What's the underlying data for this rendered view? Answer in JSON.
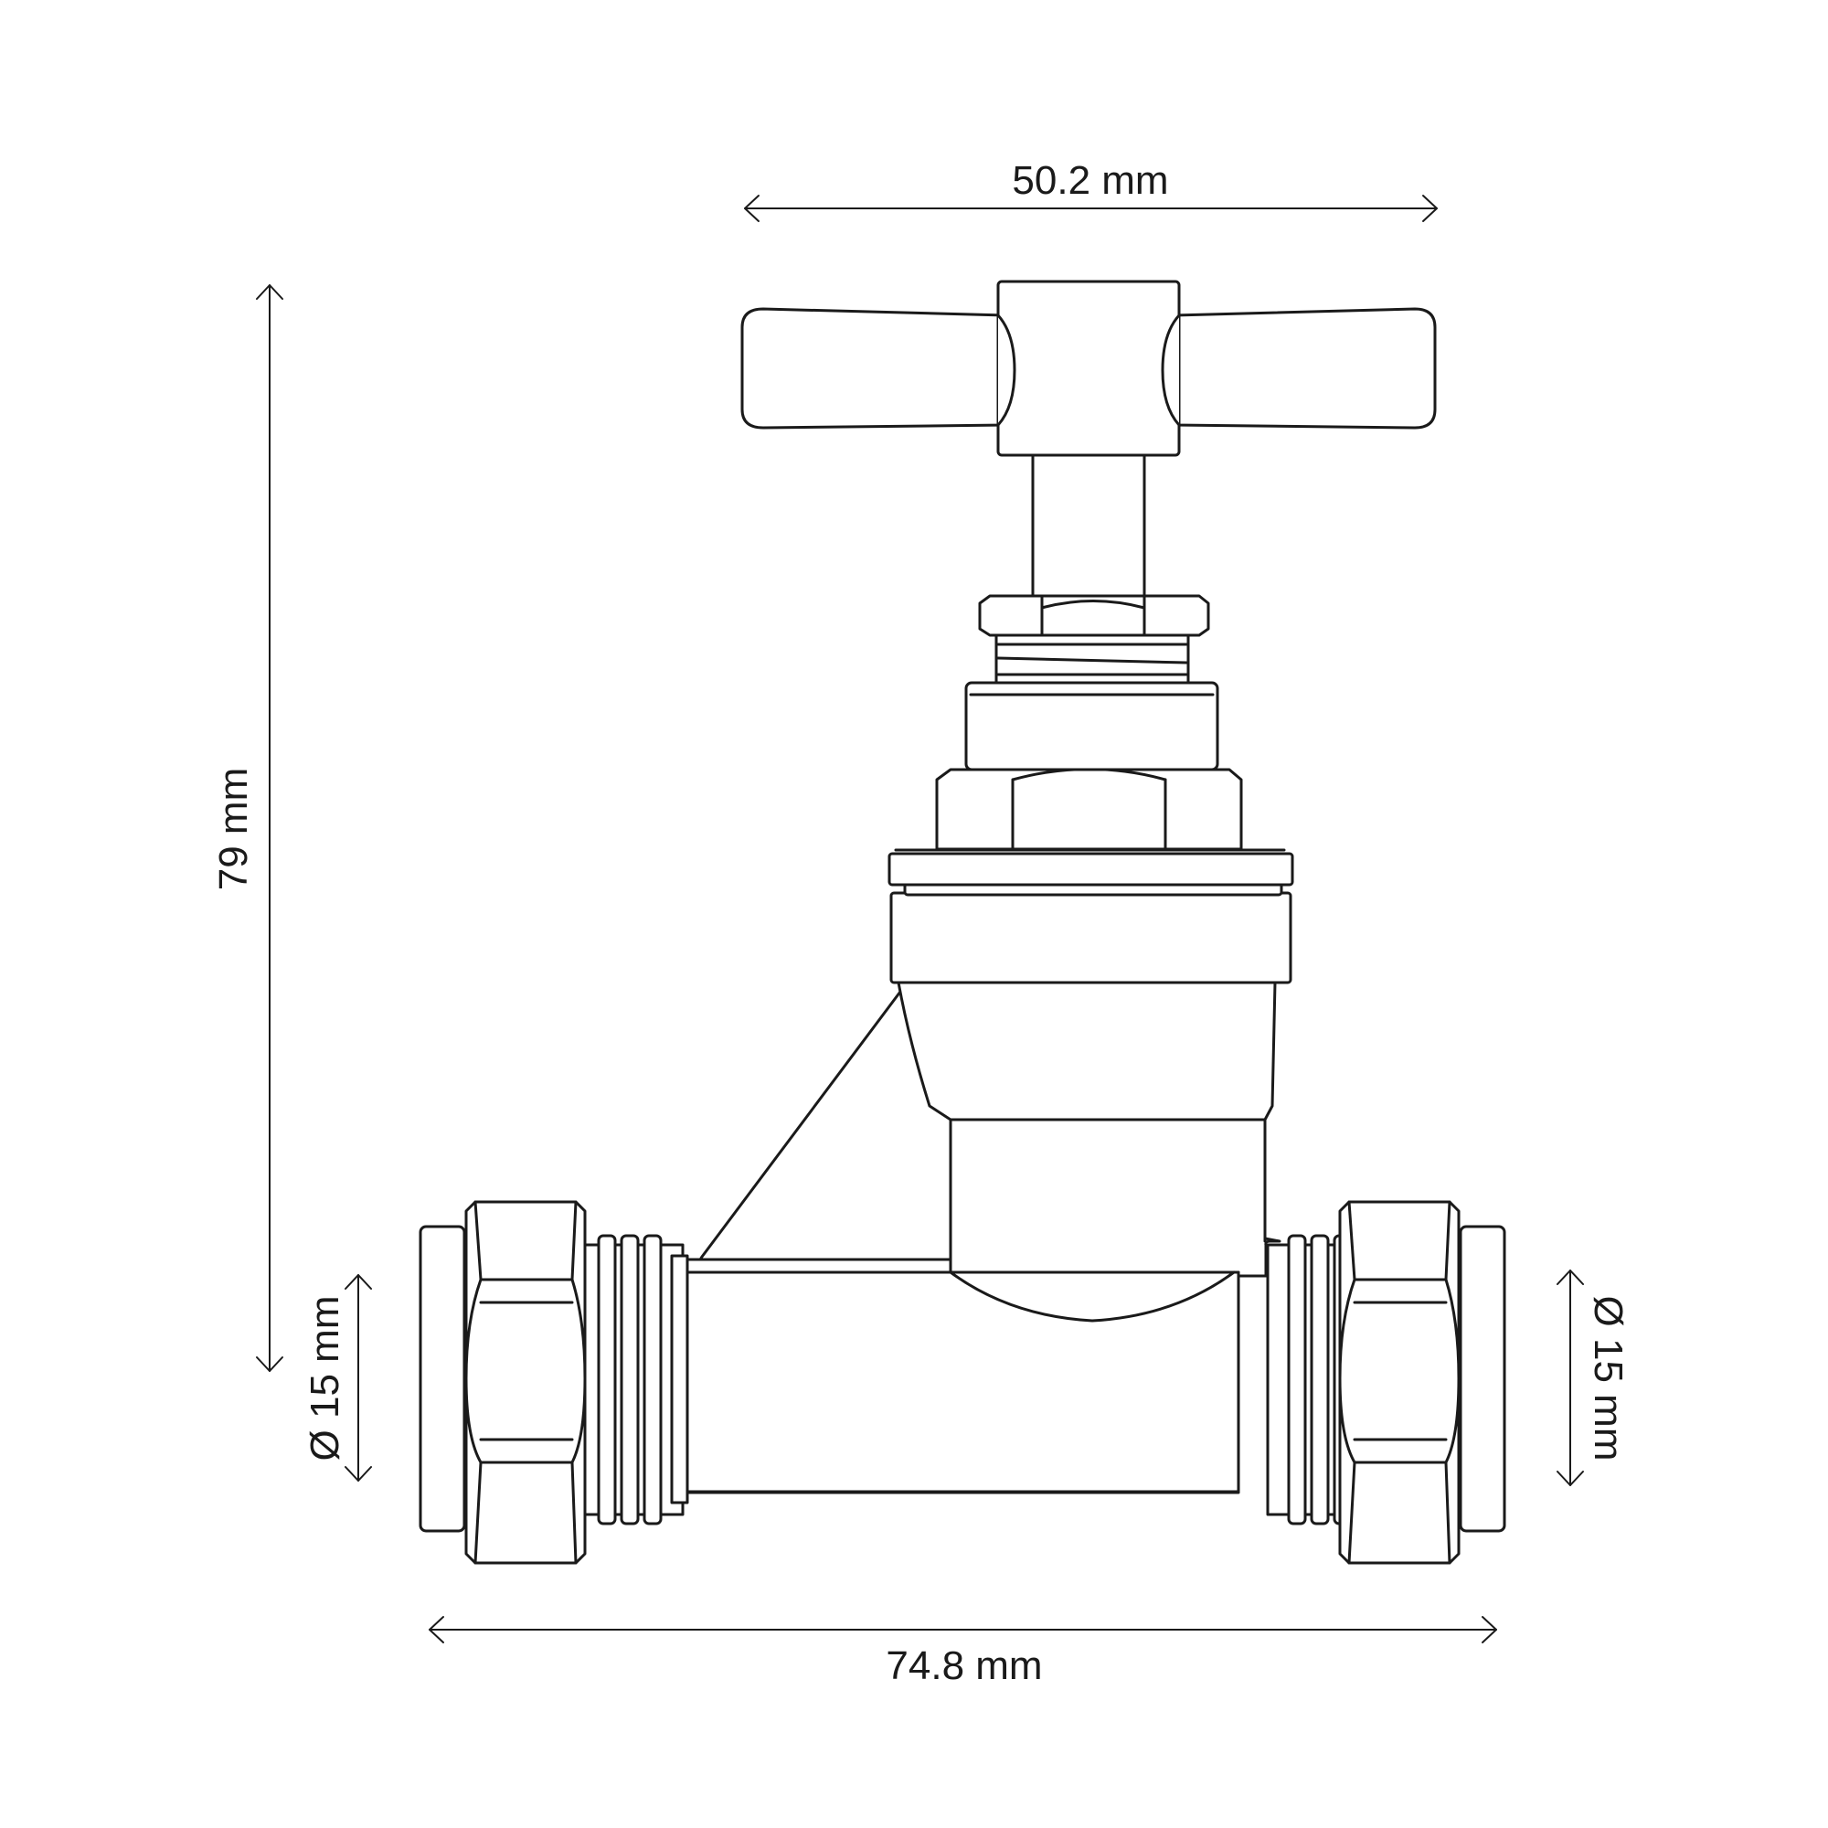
{
  "dimensions": {
    "handle_width": "50.2 mm",
    "overall_height": "79 mm",
    "overall_length": "74.8 mm",
    "left_pipe_diameter": "Ø 15 mm",
    "right_pipe_diameter": "Ø 15 mm"
  },
  "colors": {
    "line": "#1a1a1a",
    "background": "#ffffff"
  }
}
